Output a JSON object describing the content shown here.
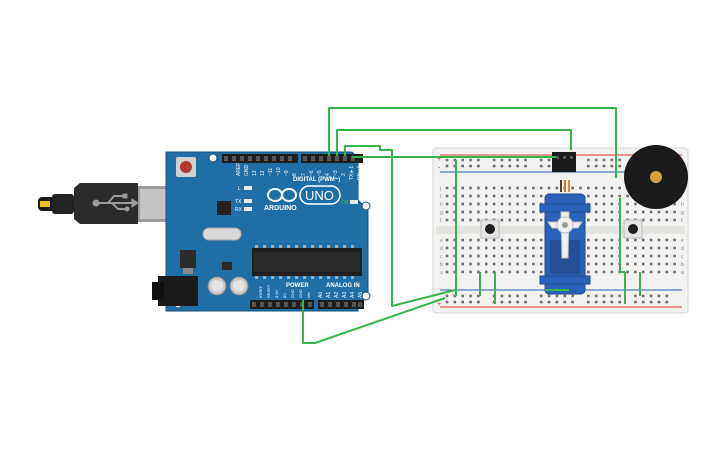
{
  "colors": {
    "board": "#1f6fa6",
    "board_dark": "#14507a",
    "wire": "#35b54a",
    "breadboard": "#f2f2f0",
    "rail_red": "#d33a2c",
    "rail_blue": "#2c5fb0",
    "servo": "#2a62b8",
    "buzzer": "#1a1a1a",
    "buzzer_center": "#d3a23a"
  },
  "arduino": {
    "digital_header": "DIGITAL (PWM~)",
    "analog_header": "ANALOG IN",
    "power_header": "POWER",
    "brand": "ARDUINO",
    "model": "UNO",
    "on_label": "ON",
    "tx_label": "TX",
    "rx_label": "RX",
    "l_label": "L",
    "aref_label": "AREF",
    "gnd_label": "GND",
    "rx0_label": "RX◄0",
    "tx1_label": "TX►1",
    "digital_pins": [
      "13",
      "12",
      "~11",
      "~10",
      "~9",
      "8",
      "7",
      "~6",
      "~5",
      "4",
      "~3",
      "2"
    ],
    "analog_pins": [
      "A0",
      "A1",
      "A2",
      "A3",
      "A4",
      "A5"
    ],
    "power_pins": [
      "IOREF",
      "RESET",
      "3.3V",
      "5V",
      "GND",
      "GND",
      "Vin"
    ]
  },
  "breadboard": {
    "row_letters_top": [
      "j",
      "i",
      "h",
      "g",
      "f"
    ],
    "row_letters_bottom": [
      "e",
      "d",
      "c",
      "b",
      "a"
    ],
    "plus": "+",
    "minus": "-"
  },
  "components": {
    "buzzer_icon": "piezo-buzzer-icon",
    "servo_icon": "servo-motor-icon",
    "button_icon": "pushbutton-icon",
    "usb_icon": "usb-cable-icon"
  }
}
